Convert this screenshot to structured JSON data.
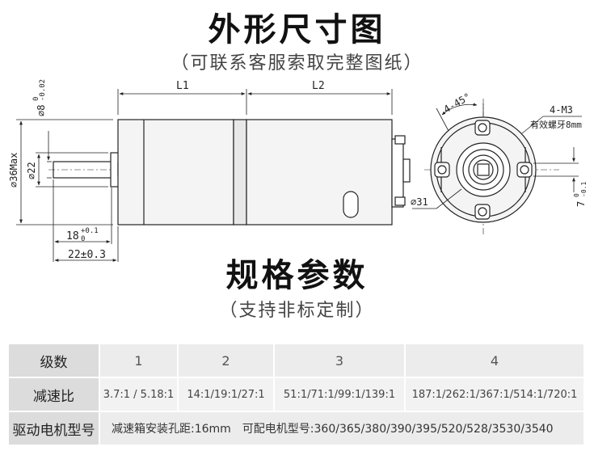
{
  "drawing_section": {
    "title": "外形尺寸图",
    "subtitle": "（可联系客服索取完整图纸）",
    "labels": {
      "L1": "L1",
      "L2": "L2",
      "dia36": "⌀36Max",
      "dia22": "⌀22",
      "dia8": "⌀8",
      "dia8_tol_upper": "0",
      "dia8_tol_lower": "-0.02",
      "dim18": "18",
      "dim18_tol_upper": "+0.1",
      "dim18_tol_lower": "0",
      "dim22": "22±0.3",
      "angle": "4-45°",
      "holes": "4-M3",
      "thread_depth": "有效螺牙8mm",
      "dia31": "⌀31",
      "dim7": "7",
      "dim7_tol_upper": "0",
      "dim7_tol_lower": "-0.1"
    }
  },
  "spec_section": {
    "title": "规格参数",
    "subtitle": "（支持非标定制）"
  },
  "spec_table": {
    "row_stage": {
      "label": "级数",
      "values": [
        "1",
        "2",
        "3",
        "4"
      ]
    },
    "row_ratio": {
      "label": "减速比",
      "values": [
        "3.7:1 / 5.18:1",
        "14:1/19:1/27:1",
        "51:1/71:1/99:1/139:1",
        "187:1/262:1/367:1/514:1/720:1"
      ]
    },
    "row_motor": {
      "label": "驱动电机型号",
      "value": "减速箱安装孔距:16mm　可配电机型号:360/365/380/390/395/520/528/3530/3540"
    }
  },
  "colors": {
    "header_cell": "#dcdcdc",
    "body_cell": "#ececec",
    "line": "#222222",
    "motor_body": "#f4f4f4"
  }
}
